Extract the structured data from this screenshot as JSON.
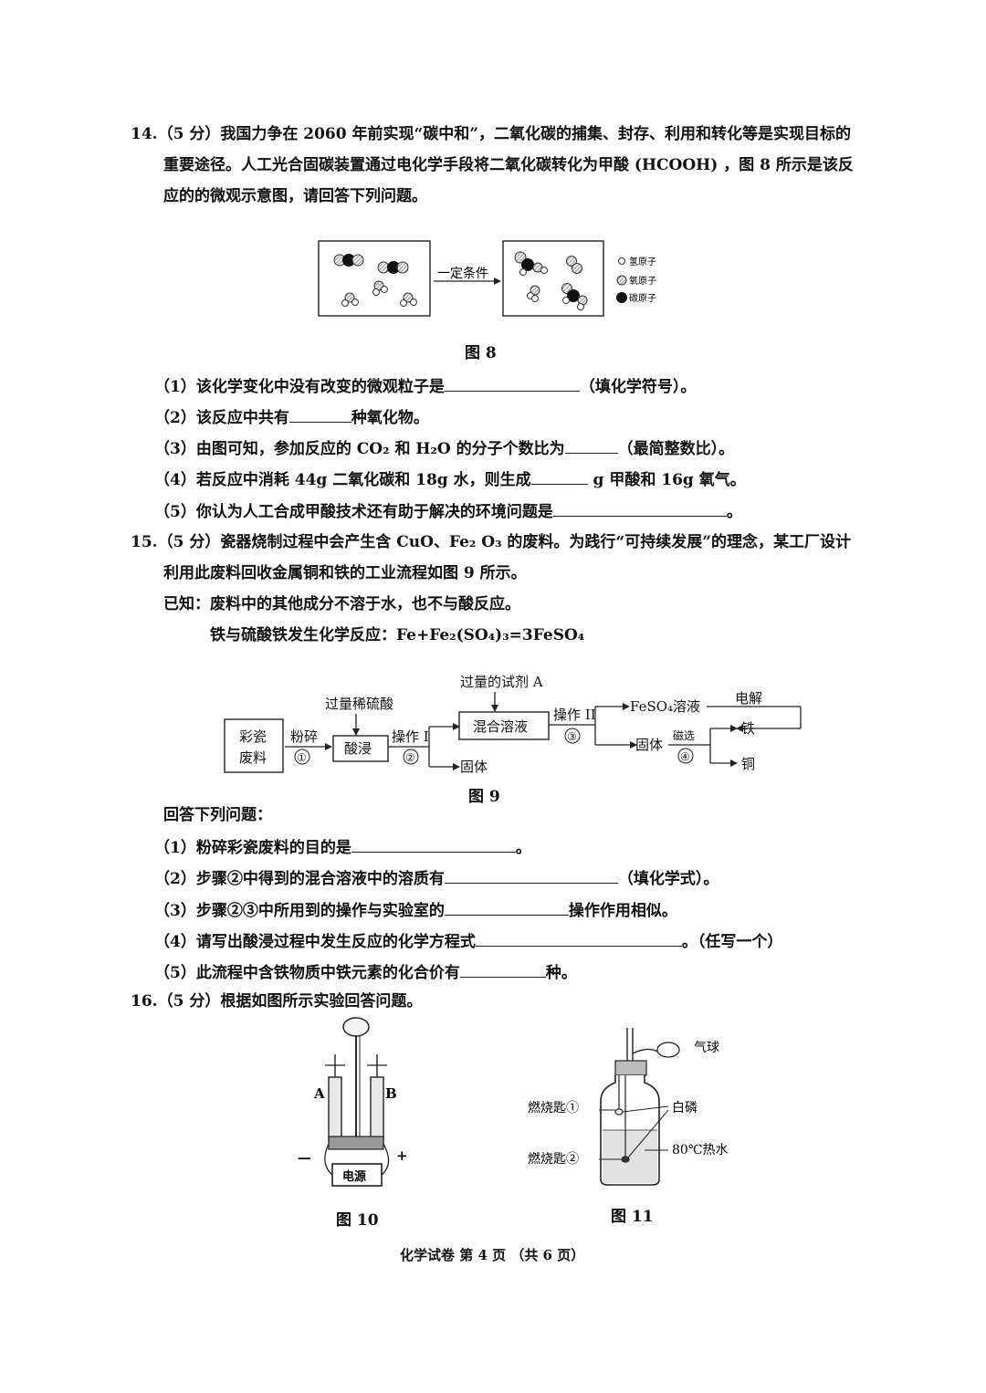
{
  "q14": {
    "line1": "14.（5 分）我国力争在 2060 年前实现“碳中和”，二氧化碳的捕集、封存、利用和转化等是实现目标的",
    "line2": "重要途径。人工光合固碳装置通过电化学手段将二氧化碳转化为甲酸 (HCOOH) ，图 8 所示是该反",
    "line3": "应的的微观示意图，请回答下列问题。",
    "figure": {
      "arrow_label": "一定条件",
      "legend": [
        "氢原子",
        "氧原子",
        "碳原子"
      ],
      "caption": "图 8"
    },
    "subs": [
      {
        "pre": "（1）该化学变化中没有改变的微观粒子是",
        "post": "（填化学符号）。"
      },
      {
        "pre": "（2）该反应中共有",
        "post": "种氧化物。"
      },
      {
        "pre": "（3）由图可知，参加反应的 CO₂ 和 H₂O 的分子个数比为",
        "post": "（最简整数比）。"
      },
      {
        "pre": "（4）若反应中消耗 44g 二氧化碳和 18g 水，则生成",
        "post": " g 甲酸和 16g 氧气。"
      },
      {
        "pre": "（5）你认为人工合成甲酸技术还有助于解决的环境问题是",
        "post": "。"
      }
    ]
  },
  "q15": {
    "line1": "15.（5 分）瓷器烧制过程中会产生含 CuO、Fe₂ O₃ 的废料。为践行“可持续发展”的理念，某工厂设计",
    "line2": "利用此废料回收金属铜和铁的工业流程如图 9 所示。",
    "known1": "已知：废料中的其他成分不溶于水，也不与酸反应。",
    "known2": "铁与硫酸铁发生化学反应：Fe+Fe₂(SO₄)₃=3FeSO₄",
    "flow": {
      "waste_l1": "彩瓷",
      "waste_l2": "废料",
      "crush": "粉碎",
      "s1": "①",
      "acid_in": "过量稀硫酸",
      "leach": "酸浸",
      "op1": "操作 I",
      "s2": "②",
      "solid1": "固体",
      "reagent": "过量的试剂 A",
      "mixed": "混合溶液",
      "op2": "操作 II",
      "s3": "③",
      "feso4": "FeSO₄溶液",
      "electro": "电解",
      "solid2": "固体",
      "magnet": "磁选",
      "s4": "④",
      "iron": "铁",
      "copper": "铜",
      "caption": "图 9"
    },
    "answer_intro": "回答下列问题：",
    "subs": [
      {
        "pre": "（1）粉碎彩瓷废料的目的是",
        "post": "。"
      },
      {
        "pre": "（2）步骤②中得到的混合溶液中的溶质有",
        "post": "（填化学式）。"
      },
      {
        "pre": "（3）步骤②③中所用到的操作与实验室的",
        "post": "操作作用相似。"
      },
      {
        "pre": "（4）请写出酸浸过程中发生反应的化学方程式",
        "post": "。（任写一个）"
      },
      {
        "pre": "（5）此流程中含铁物质中铁元素的化合价有",
        "post": "种。"
      }
    ]
  },
  "q16": {
    "line1": "16.（5 分）根据如图所示实验回答问题。",
    "fig10": {
      "a": "A",
      "b": "B",
      "minus": "—",
      "plus": "+",
      "power": "电源",
      "caption": "图 10"
    },
    "fig11": {
      "balloon": "气球",
      "spoon1": "燃烧匙①",
      "spoon2": "燃烧匙②",
      "phosphorus": "白磷",
      "water": "80℃热水",
      "caption": "图 11"
    }
  },
  "footer": "化学试卷 第 4 页 （共 6 页）"
}
